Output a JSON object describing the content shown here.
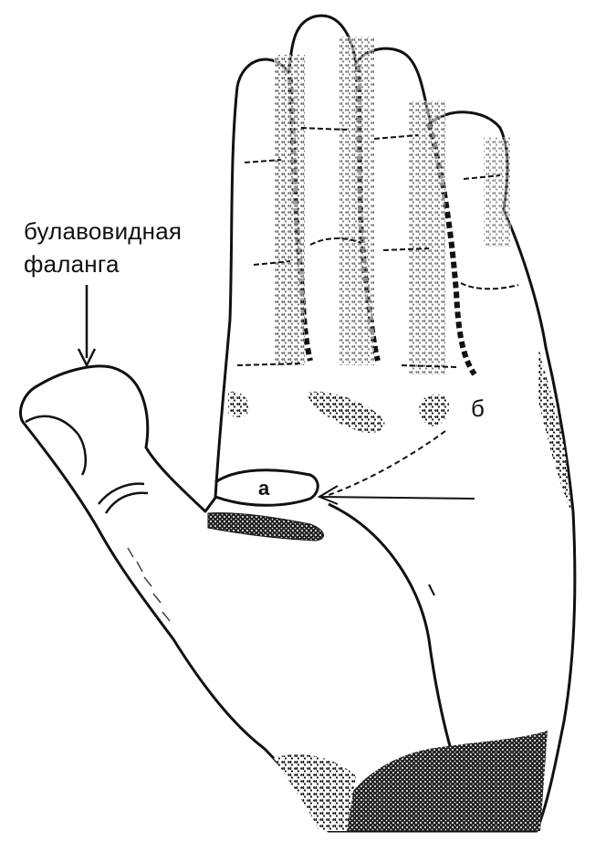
{
  "callout": {
    "line1": "булавовидная",
    "line2": "фаланга"
  },
  "markers": {
    "a": "а",
    "b": "б"
  },
  "colors": {
    "ink": "#111111",
    "paper": "#ffffff"
  }
}
